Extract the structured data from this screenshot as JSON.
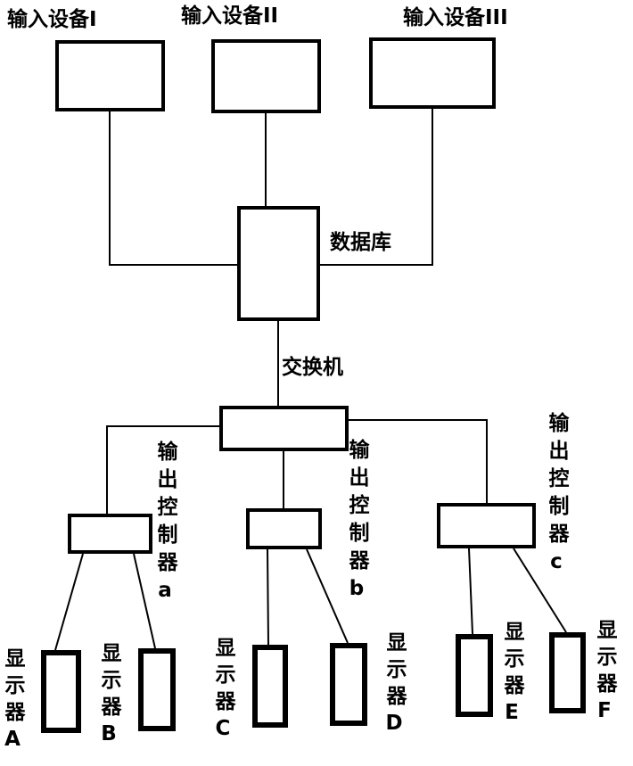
{
  "nodes": {
    "input_device_1": "输入设备I",
    "input_device_2": "输入设备II",
    "input_device_3": "输入设备III",
    "database": "数据库",
    "switch": "交换机",
    "output_controller_a": "输出控制器a",
    "output_controller_b": "输出控制器b",
    "output_controller_c": "输出控制器c",
    "display_a": "显示器A",
    "display_b": "显示器B",
    "display_c": "显示器C",
    "display_d": "显示器D",
    "display_e": "显示器E",
    "display_f": "显示器F"
  },
  "edges": [
    {
      "from": "input_device_1",
      "to": "database"
    },
    {
      "from": "input_device_2",
      "to": "database"
    },
    {
      "from": "input_device_3",
      "to": "database"
    },
    {
      "from": "database",
      "to": "switch"
    },
    {
      "from": "switch",
      "to": "output_controller_a"
    },
    {
      "from": "switch",
      "to": "output_controller_b"
    },
    {
      "from": "switch",
      "to": "output_controller_c"
    },
    {
      "from": "output_controller_a",
      "to": "display_a"
    },
    {
      "from": "output_controller_a",
      "to": "display_b"
    },
    {
      "from": "output_controller_b",
      "to": "display_c"
    },
    {
      "from": "output_controller_b",
      "to": "display_d"
    },
    {
      "from": "output_controller_c",
      "to": "display_e"
    },
    {
      "from": "output_controller_c",
      "to": "display_f"
    }
  ],
  "colors": {
    "line": "#000000",
    "box_border": "#000000",
    "background": "#ffffff",
    "text": "#000000"
  }
}
